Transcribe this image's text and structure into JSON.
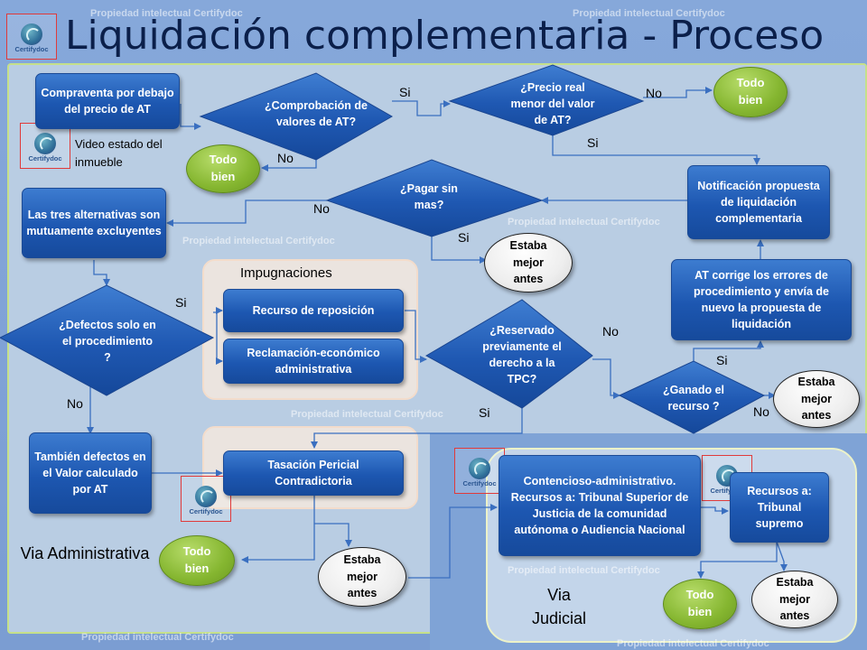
{
  "title": "Liquidación complementaria - Proceso",
  "watermark": "Propiedad intelectual Certifydoc",
  "logo_text": "Certifydoc",
  "boxes": {
    "compraventa": "Compraventa por debajo del precio de AT",
    "tres_alternativas": "Las tres alternativas son mutuamente excluyentes",
    "recurso_reposicion": "Recurso de reposición",
    "reclamacion": "Reclamación-económico administrativa",
    "tambien_defectos": "También defectos en el Valor calculado por AT",
    "tasacion": "Tasación Pericial Contradictoria",
    "notificacion": "Notificación propuesta de liquidación complementaria",
    "at_corrige": "AT corrige los errores de procedimiento y envía de nuevo la propuesta de liquidación",
    "contencioso": "Contencioso-administrativo. Recursos a: Tribunal Superior de Justicia de la comunidad autónoma o Audiencia Nacional",
    "recursos_supremo": "Recursos a: Tribunal supremo"
  },
  "decisions": {
    "comprobacion": "¿Comprobación de valores de AT?",
    "precio_real": "¿Precio real menor del valor de AT?",
    "pagar": "¿Pagar sin mas?",
    "defectos": "¿Defectos solo en el procedimiento ?",
    "reservado": "¿Reservado previamente el derecho a la TPC?",
    "ganado": "¿Ganado el recurso ?"
  },
  "outcomes": {
    "todo_bien": "Todo bien",
    "estaba_mejor": "Estaba mejor antes"
  },
  "edge_labels": {
    "si": "Si",
    "no": "No"
  },
  "text": {
    "video": "Video estado del inmueble",
    "impugnaciones": "Impugnaciones",
    "via_administrativa": "Via Administrativa",
    "via_judicial": "Via Judicial"
  },
  "colors": {
    "background": "#7d9fd3",
    "panel_admin": "#b9cde3",
    "panel_border": "#c5e08a",
    "box_blue": "#1d57b1",
    "oval_green": "#85b630",
    "oval_white": "#eeeeee",
    "logo_border": "#e03a3a"
  }
}
